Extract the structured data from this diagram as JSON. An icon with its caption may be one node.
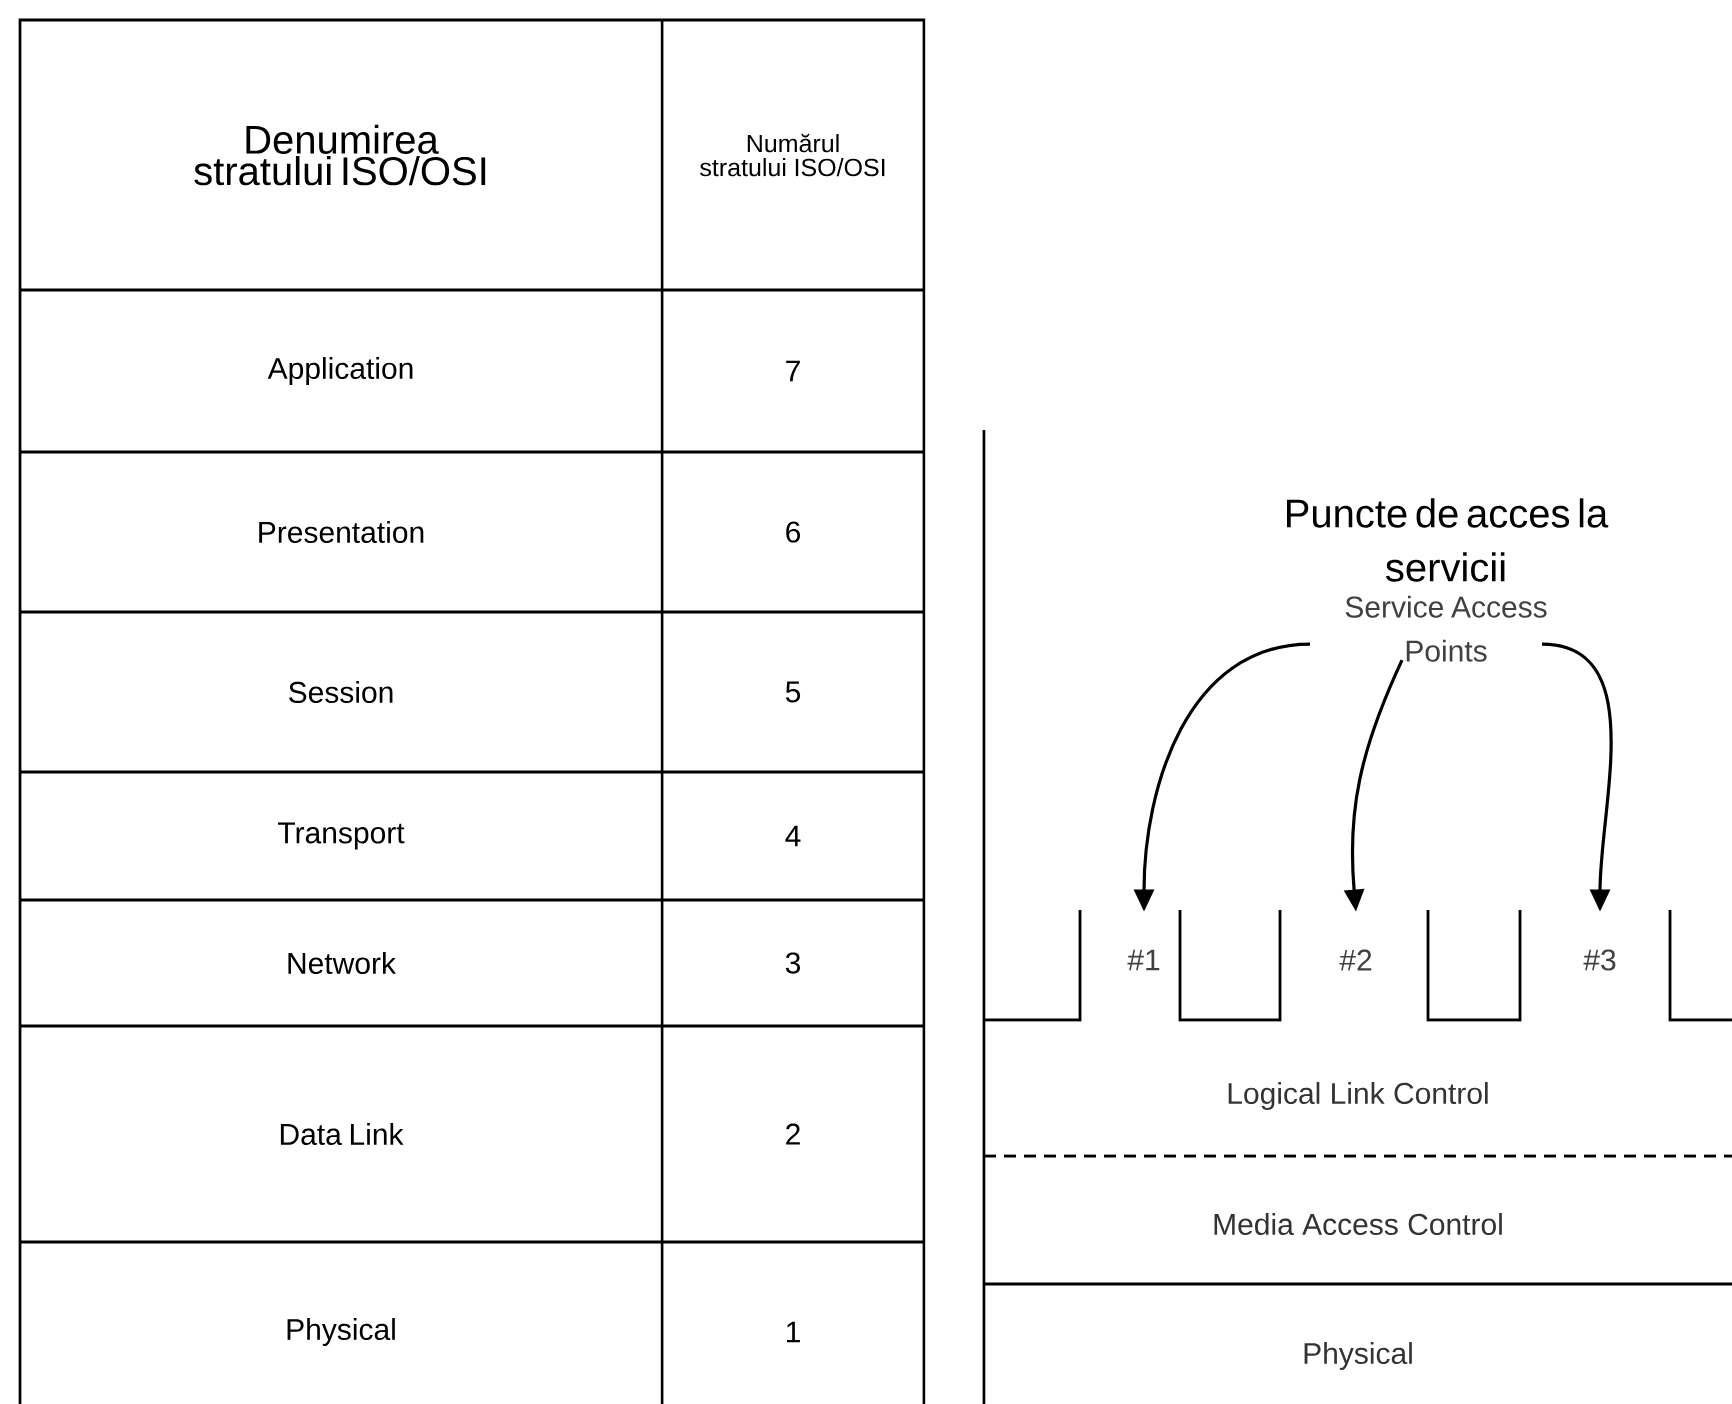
{
  "diagram": {
    "nodes": [
      {
        "text": [
          "Puncte de acces la servicii",
          "Service Access Points"
        ]
      },
      {
        "text": [
          "#1"
        ],
        "in": 4
      },
      {
        "text": [
          "#2"
        ],
        "in": 4
      },
      {
        "text": [
          "#3"
        ],
        "in": 4
      },
      {
        "text": [
          "Logical Link Control"
        ]
      },
      {
        "text": [
          "Media Access Control"
        ]
      },
      {
        "text": [
          "Physical"
        ]
      }
    ],
    "edges": [
      {
        "from": 0,
        "to": 1,
        "arrow": "to"
      },
      {
        "from": 0,
        "to": 2,
        "arrow": "to"
      },
      {
        "from": 0,
        "to": 3,
        "arrow": "to"
      }
    ],
    "labels": [
      "Denumirea stratului ISO/OSI",
      "Numărul stratului ISO/OSI",
      "Application",
      "7",
      "Presentation",
      "6",
      "Session",
      "5",
      "Transport",
      "4",
      "Network",
      "3",
      "Data Link",
      "2",
      "Physical",
      "1"
    ]
  }
}
